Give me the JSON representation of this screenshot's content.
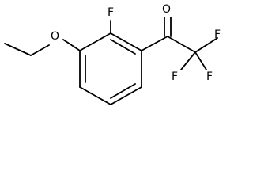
{
  "structure": {
    "atoms": {
      "oxygen_ether": "O",
      "fluorine_ring": "F",
      "oxygen_carbonyl": "O",
      "fluorine_cf3_right": "F",
      "fluorine_cf3_bottom_left": "F",
      "fluorine_cf3_bottom_right": "F"
    }
  }
}
